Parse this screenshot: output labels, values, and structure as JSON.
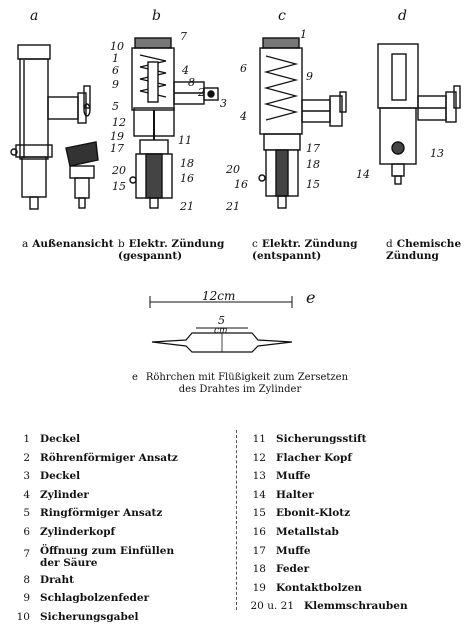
{
  "panels": [
    {
      "letter": "a",
      "code": "a",
      "caption": "Außenansicht"
    },
    {
      "letter": "b",
      "code": "b",
      "caption": "Elektr. Zündung (gespannt)"
    },
    {
      "letter": "c",
      "code": "c",
      "caption": "Elektr. Zündung (entspannt)"
    },
    {
      "letter": "d",
      "code": "d",
      "caption": "Chemische Zündung"
    }
  ],
  "callouts_b": [
    "10",
    "1",
    "6",
    "9",
    "5",
    "7",
    "4",
    "8",
    "2",
    "3",
    "12",
    "11",
    "19",
    "17",
    "20",
    "15",
    "18",
    "16",
    "21"
  ],
  "callouts_c": [
    "1",
    "6",
    "9",
    "4",
    "17",
    "20",
    "18",
    "16",
    "15",
    "21"
  ],
  "callouts_d": [
    "13",
    "14"
  ],
  "tube": {
    "letter": "e",
    "length": "12cm",
    "inner": "5",
    "inner_unit": "cm",
    "note_line1": "Röhrchen mit Flüßigkeit zum Zersetzen",
    "note_line2": "des Drahtes im Zylinder",
    "note_key": "e"
  },
  "legend_left": [
    {
      "n": "1",
      "t": "Deckel"
    },
    {
      "n": "2",
      "t": "Röhrenförmiger Ansatz"
    },
    {
      "n": "3",
      "t": "Deckel"
    },
    {
      "n": "4",
      "t": "Zylinder"
    },
    {
      "n": "5",
      "t": "Ringförmiger Ansatz"
    },
    {
      "n": "6",
      "t": "Zylinderkopf"
    },
    {
      "n": "7",
      "t": "Öffnung zum Einfüllen der Säure"
    },
    {
      "n": "8",
      "t": "Draht"
    },
    {
      "n": "9",
      "t": "Schlagbolzenfeder"
    },
    {
      "n": "10",
      "t": "Sicherungsgabel"
    }
  ],
  "legend_right": [
    {
      "n": "11",
      "t": "Sicherungsstift"
    },
    {
      "n": "12",
      "t": "Flacher Kopf"
    },
    {
      "n": "13",
      "t": "Muffe"
    },
    {
      "n": "14",
      "t": "Halter"
    },
    {
      "n": "15",
      "t": "Ebonit-Klotz"
    },
    {
      "n": "16",
      "t": "Metallstab"
    },
    {
      "n": "17",
      "t": "Muffe"
    },
    {
      "n": "18",
      "t": "Feder"
    },
    {
      "n": "19",
      "t": "Kontaktbolzen"
    },
    {
      "n": "20 u. 21",
      "t": "Klemmschrauben"
    }
  ]
}
